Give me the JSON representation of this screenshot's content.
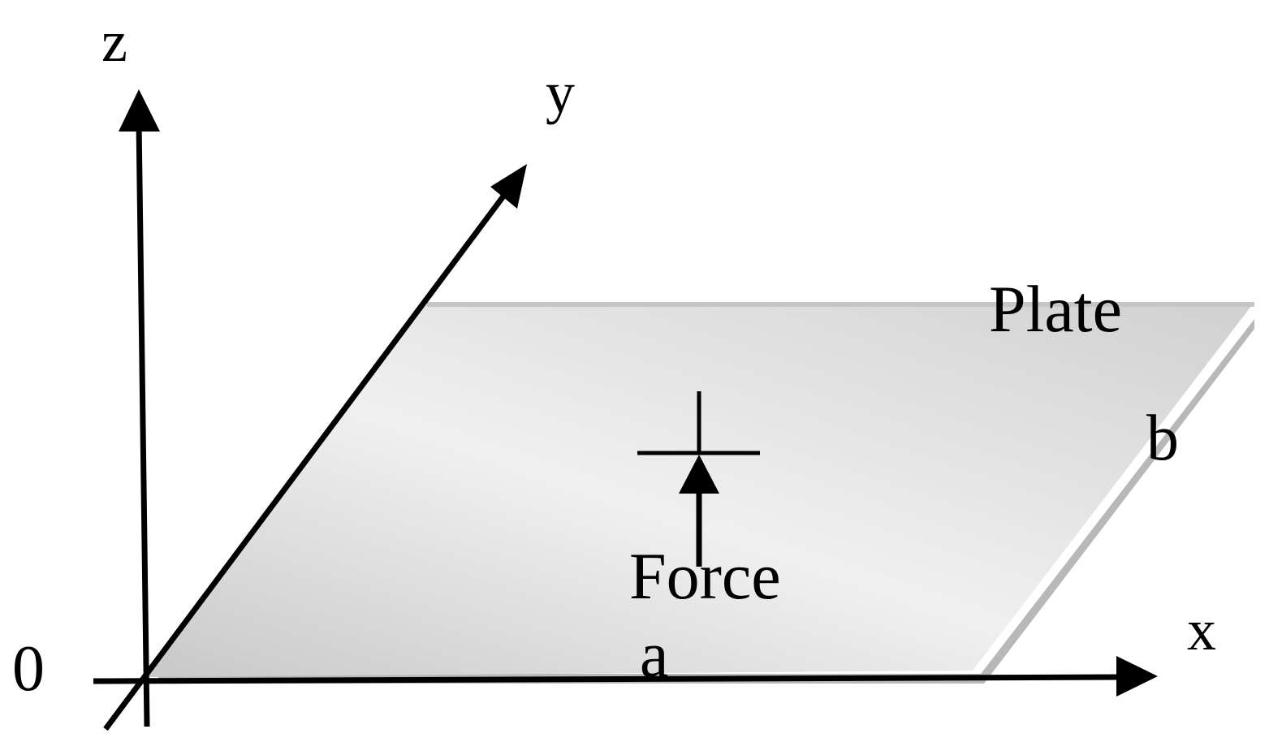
{
  "labels": {
    "z_axis": "z",
    "y_axis": "y",
    "x_axis": "x",
    "origin": "0",
    "plate": "Plate",
    "side_b": "b",
    "side_a": "a",
    "force": "Force"
  },
  "colors": {
    "line": "#000000",
    "plate_light": "#f2f2f2",
    "plate_mid": "#dcdcdc",
    "plate_dark": "#c8c8c8",
    "plate_edge": "#b4b4b4",
    "background": "#ffffff"
  }
}
